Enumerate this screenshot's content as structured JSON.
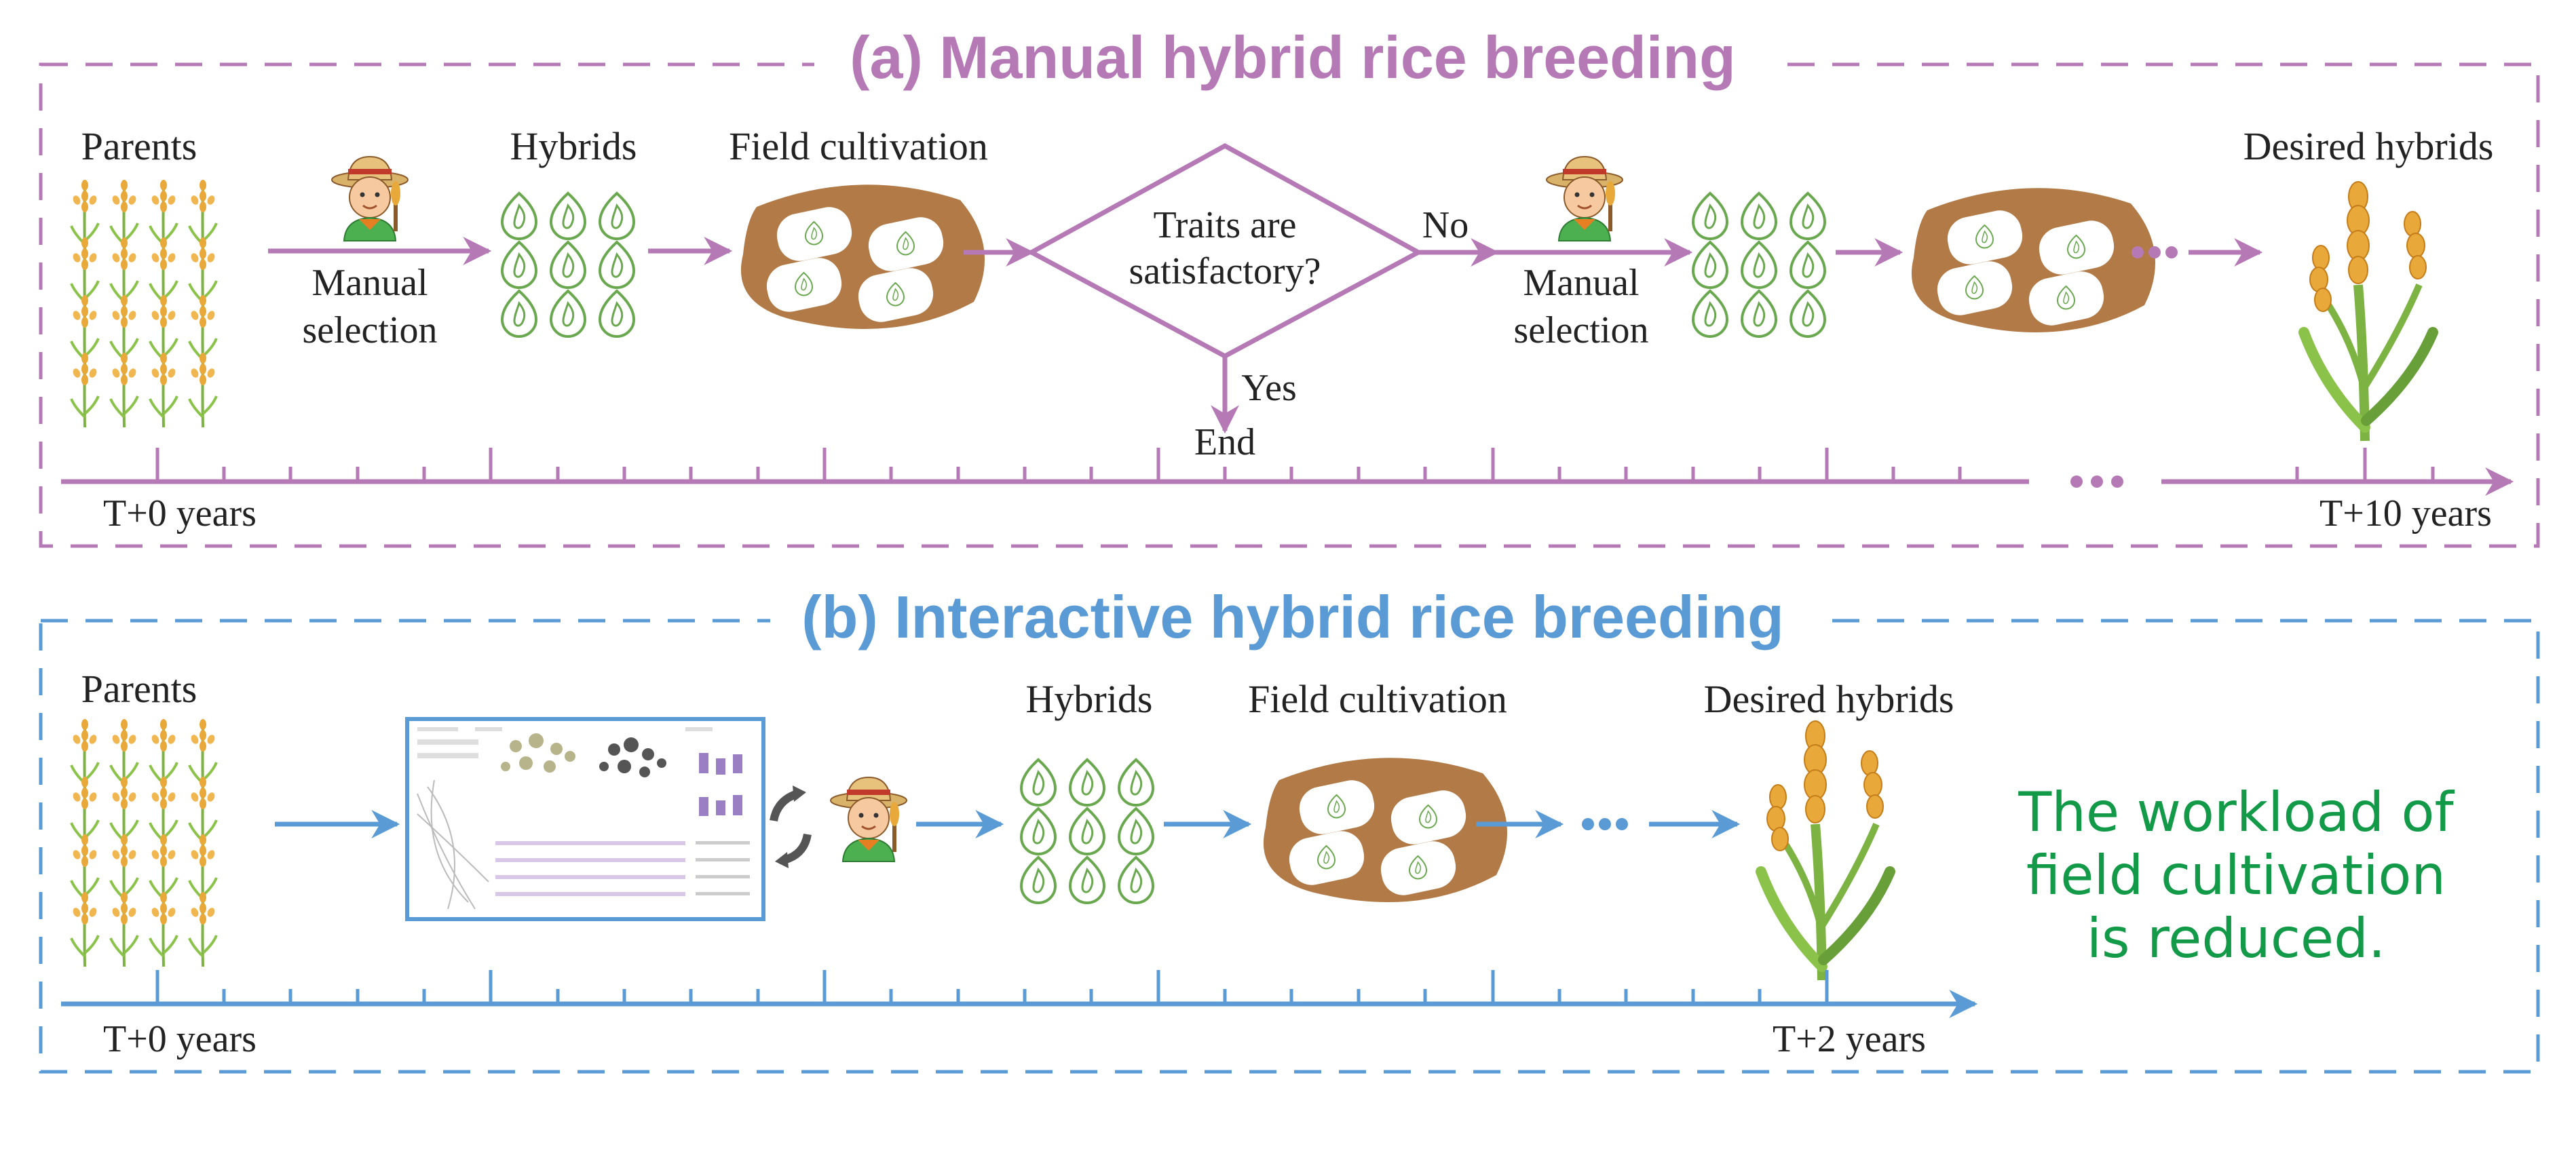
{
  "panel_a": {
    "title": "(a) Manual hybrid rice breeding",
    "parents": "Parents",
    "manual_1": "Manual",
    "selection_1": "selection",
    "hybrids": "Hybrids",
    "field_cultivation": "Field cultivation",
    "decision_line1": "Traits are",
    "decision_line2": "satisfactory?",
    "no": "No",
    "yes": "Yes",
    "end": "End",
    "manual_2": "Manual",
    "selection_2": "selection",
    "desired": "Desired hybrids",
    "start_time": "T+0 years",
    "end_time": "T+10 years"
  },
  "panel_b": {
    "title": "(b) Interactive hybrid rice breeding",
    "parents": "Parents",
    "hybrids": "Hybrids",
    "field_cultivation": "Field cultivation",
    "desired": "Desired hybrids",
    "start_time": "T+0 years",
    "end_time": "T+2 years",
    "note_line1": "The workload of",
    "note_line2": "field cultivation",
    "note_line3": "is reduced."
  },
  "colors": {
    "manual": "#b57ab5",
    "interactive": "#5b9bd5",
    "field": "#b27a46",
    "seed": "#6aa84f",
    "note": "#129a48",
    "grain": "#e8a93a",
    "stem": "#7cb342"
  }
}
